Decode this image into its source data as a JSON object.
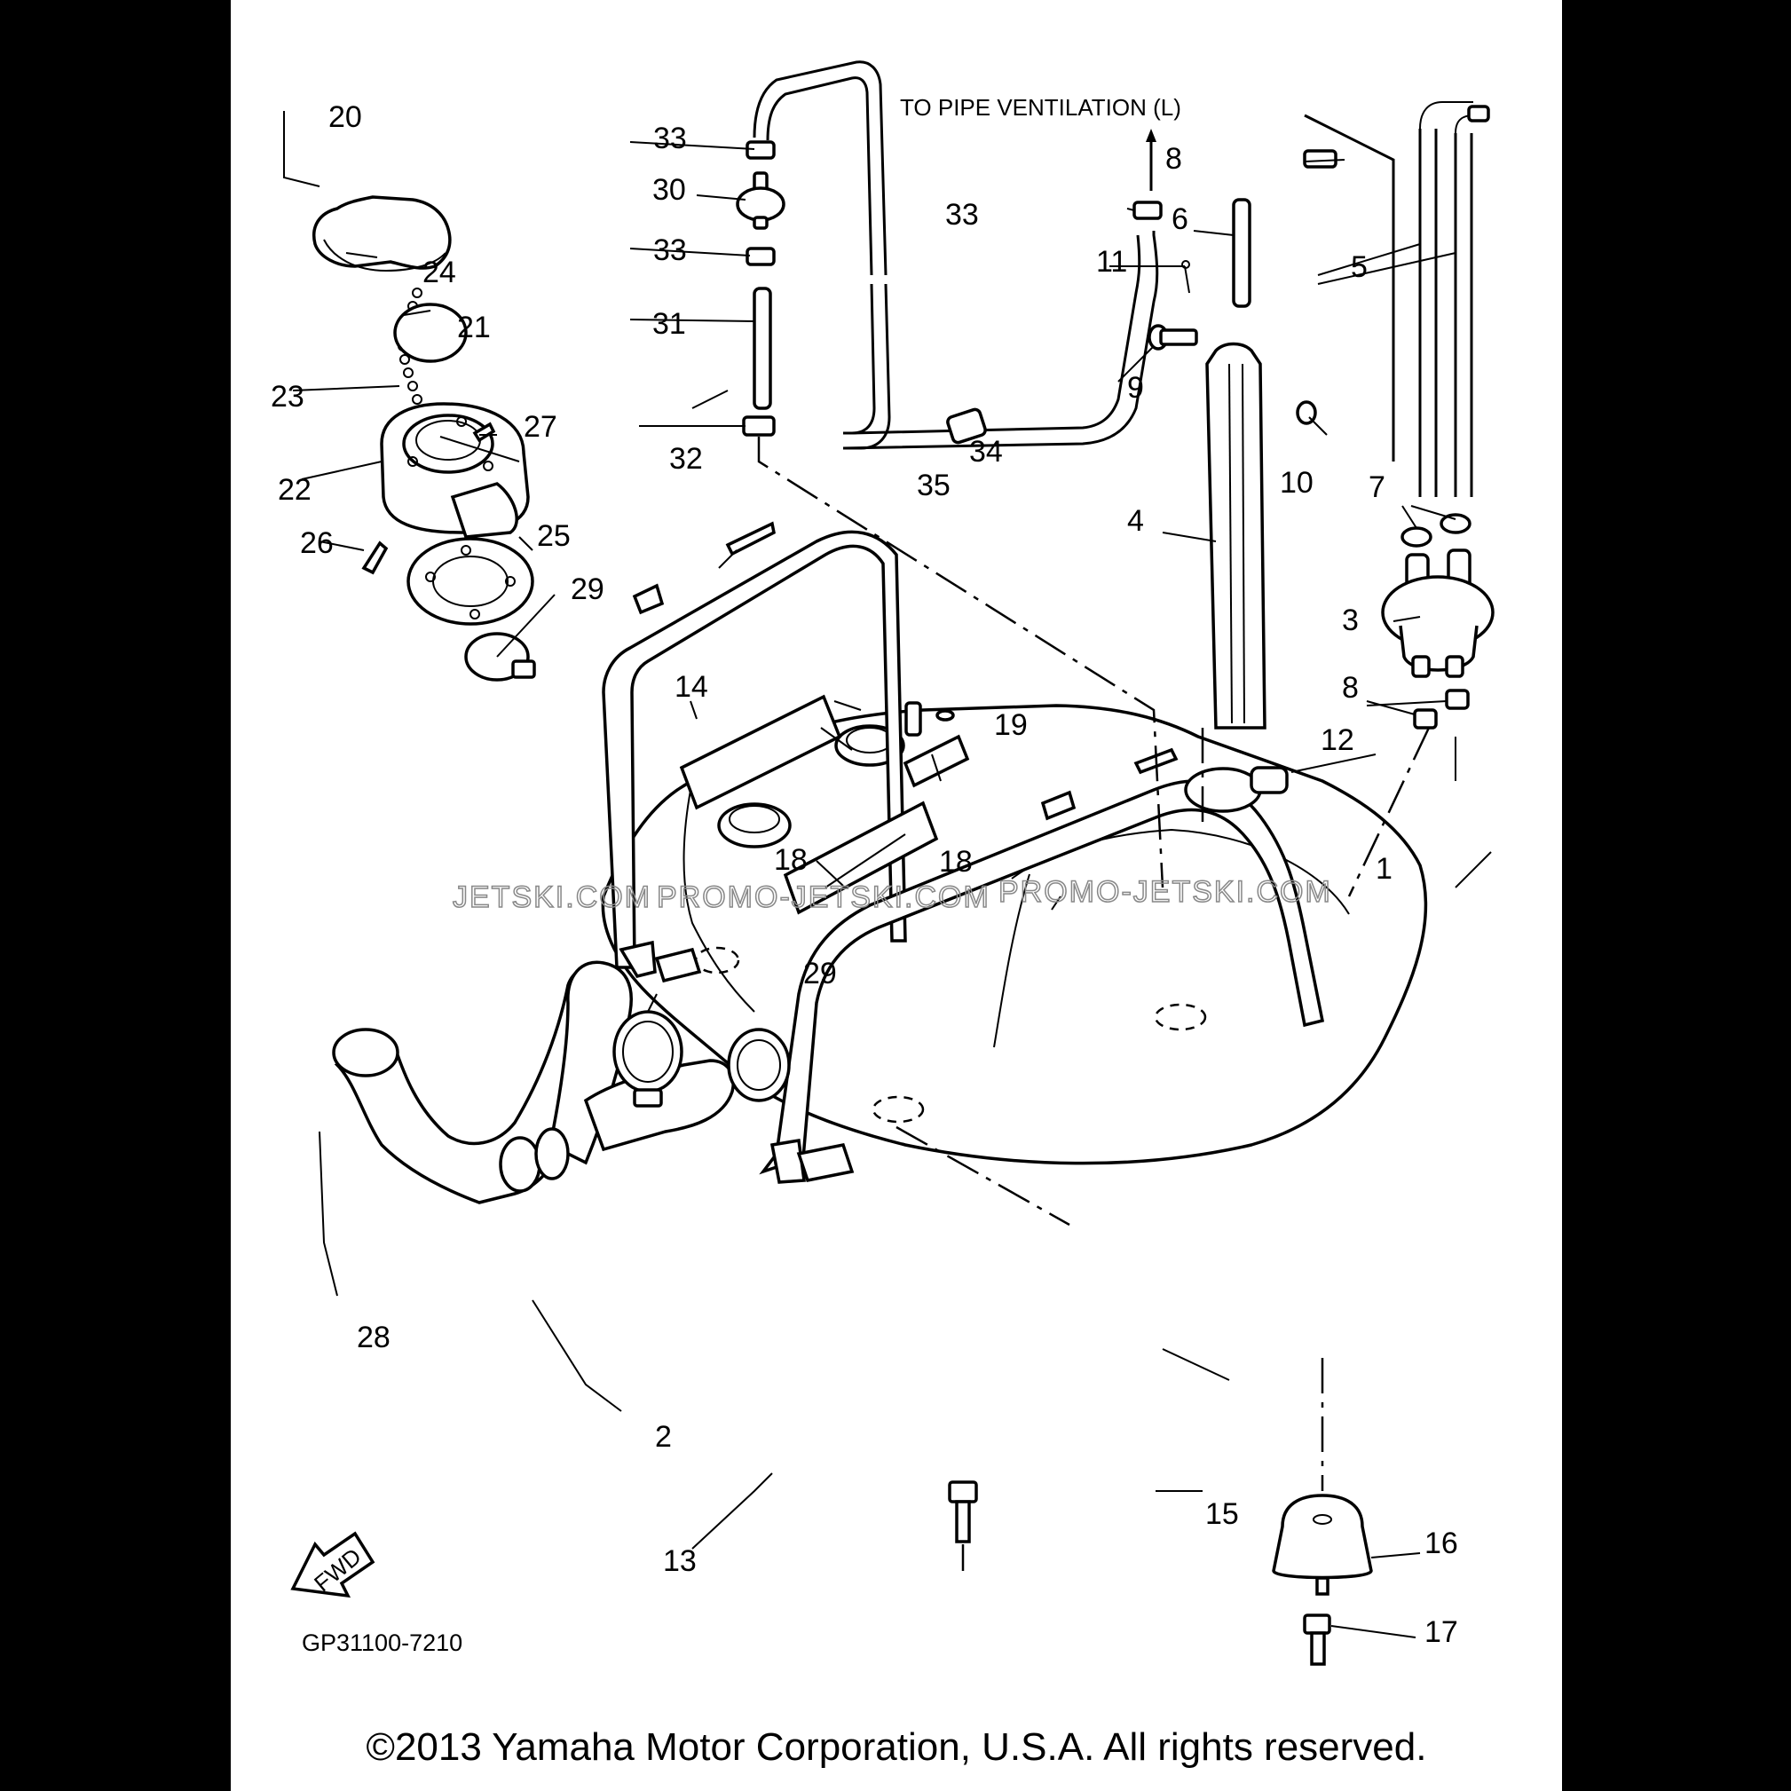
{
  "callouts": [
    "1",
    "2",
    "3",
    "4",
    "5",
    "6",
    "7",
    "8",
    "8",
    "9",
    "10",
    "11",
    "12",
    "13",
    "14",
    "15",
    "16",
    "17",
    "18",
    "18",
    "19",
    "20",
    "21",
    "22",
    "23",
    "24",
    "25",
    "26",
    "27",
    "28",
    "29",
    "29",
    "30",
    "31",
    "32",
    "33",
    "33",
    "33",
    "34",
    "35"
  ],
  "annotation": "TO PIPE VENTILATION (L)",
  "fwd_label": "FWD",
  "diagram_code": "GP31100-7210",
  "watermark": [
    "JETSKI.COM",
    "PROMO-JETSKI.COM",
    "PROMO-JETSKI.COM"
  ],
  "copyright": "©2013 Yamaha Motor Corporation, U.S.A. All rights reserved."
}
